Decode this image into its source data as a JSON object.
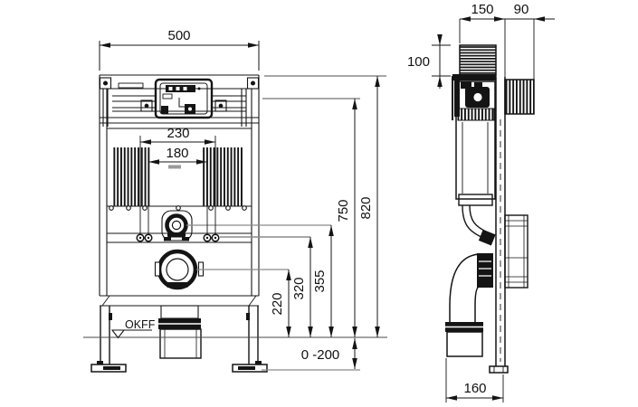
{
  "drawing": {
    "front_view": {
      "width": "500",
      "fixing_outer": "230",
      "fixing_inner": "180",
      "outlet_center_height": "220",
      "fixing_bolt_height": "320",
      "flush_pipe_height": "355",
      "upper_edge_height": "750",
      "total_height": "820",
      "leg_adjust_range": "0 -200",
      "floor_level_label": "OKFF"
    },
    "side_view": {
      "module_depth": "150",
      "front_offset": "90",
      "housing_height": "100",
      "outlet_depth": "160"
    }
  }
}
